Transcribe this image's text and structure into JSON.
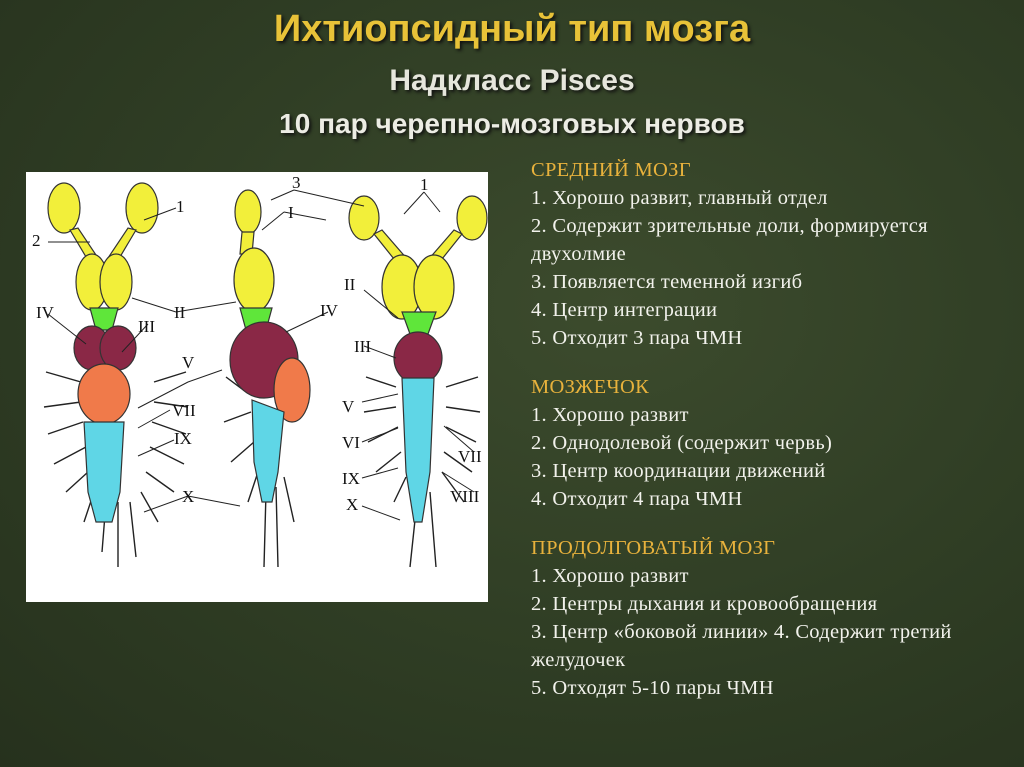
{
  "slide": {
    "title": "Ихтиопсидный тип мозга",
    "subtitle": "Надкласс Pisces",
    "note": "10 пар черепно-мозговых нервов"
  },
  "figure": {
    "labels": [
      "1",
      "2",
      "3",
      "I",
      "II",
      "III",
      "IV",
      "V",
      "VI",
      "VII",
      "VIII",
      "IX",
      "X"
    ]
  },
  "sections": [
    {
      "heading": "СРЕДНИЙ МОЗГ",
      "items": [
        "1. Хорошо развит, главный отдел",
        "2. Содержит зрительные доли, формируется двухолмие",
        "3. Появляется теменной изгиб",
        "4. Центр интеграции",
        "5. Отходит 3 пара ЧМН"
      ]
    },
    {
      "heading": "МОЗЖЕЧОК",
      "items": [
        "1. Хорошо развит",
        "2. Однодолевой (содержит червь)",
        "3. Центр координации движений",
        "4. Отходит 4 пара ЧМН"
      ]
    },
    {
      "heading": "ПРОДОЛГОВАТЫЙ  МОЗГ",
      "items": [
        "1. Хорошо развит",
        "2. Центры дыхания и кровообращения",
        "3. Центр «боковой линии» 4. Содержит третий желудочек",
        "5. Отходят 5-10 пары ЧМН"
      ]
    }
  ],
  "colors": {
    "background": "#33422a",
    "title": "#e8c238",
    "heading": "#e8b23c",
    "olfactory": "#f2ef3a",
    "diencephalon": "#5fe63a",
    "midbrain": "#8a2846",
    "cerebellum": "#f07a4a",
    "medulla": "#5fd6e6"
  }
}
